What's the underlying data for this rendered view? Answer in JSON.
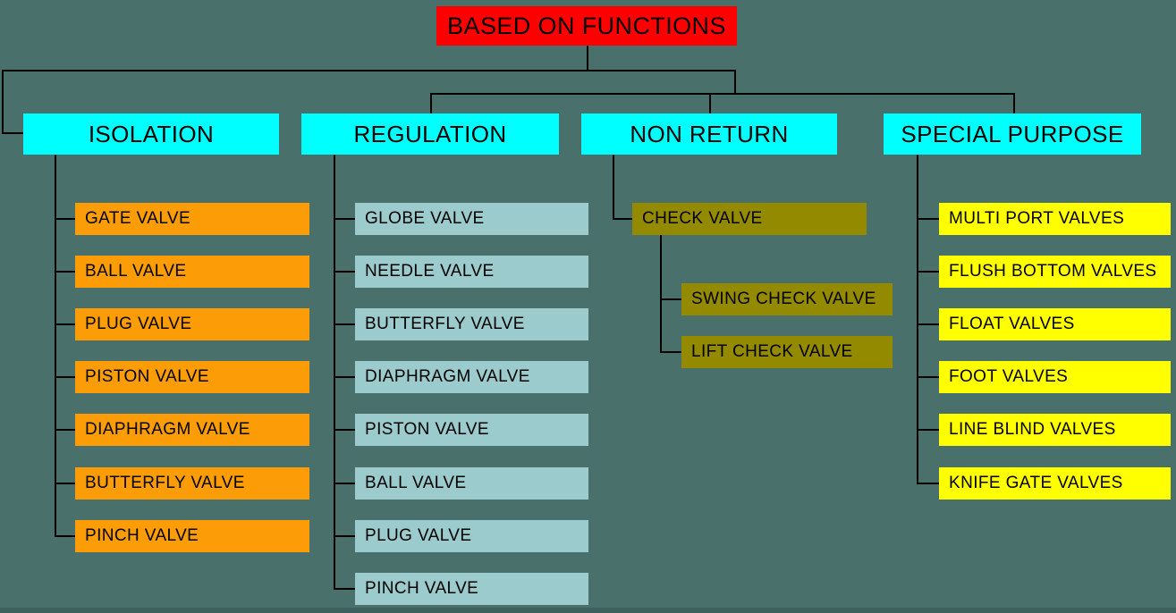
{
  "diagram": {
    "title": "BASED ON FUNCTIONS",
    "background_color": "#4a706c",
    "root": {
      "label": "BASED ON FUNCTIONS",
      "color": "#fe0000"
    },
    "categories": [
      {
        "id": "isolation",
        "label": "ISOLATION",
        "header_color": "#00ffff",
        "item_color": "#fc9d07",
        "items": [
          "GATE VALVE",
          "BALL VALVE",
          "PLUG VALVE",
          "PISTON VALVE",
          "DIAPHRAGM VALVE",
          "BUTTERFLY VALVE",
          "PINCH VALVE"
        ]
      },
      {
        "id": "regulation",
        "label": "REGULATION",
        "header_color": "#00ffff",
        "item_color": "#9bcbcd",
        "items": [
          "GLOBE VALVE",
          "NEEDLE VALVE",
          "BUTTERFLY VALVE",
          "DIAPHRAGM VALVE",
          "PISTON VALVE",
          "BALL VALVE",
          "PLUG VALVE",
          "PINCH VALVE"
        ]
      },
      {
        "id": "non-return",
        "label": "NON RETURN",
        "header_color": "#00ffff",
        "item_color": "#938a00",
        "items": [
          "CHECK VALVE"
        ],
        "subitems": [
          "SWING CHECK VALVE",
          "LIFT CHECK VALVE"
        ]
      },
      {
        "id": "special-purpose",
        "label": "SPECIAL PURPOSE",
        "header_color": "#00ffff",
        "item_color": "#ffff00",
        "items": [
          "MULTI PORT VALVES",
          "FLUSH BOTTOM VALVES",
          "FLOAT VALVES",
          "FOOT VALVES",
          "LINE BLIND VALVES",
          "KNIFE GATE VALVES"
        ]
      }
    ]
  }
}
